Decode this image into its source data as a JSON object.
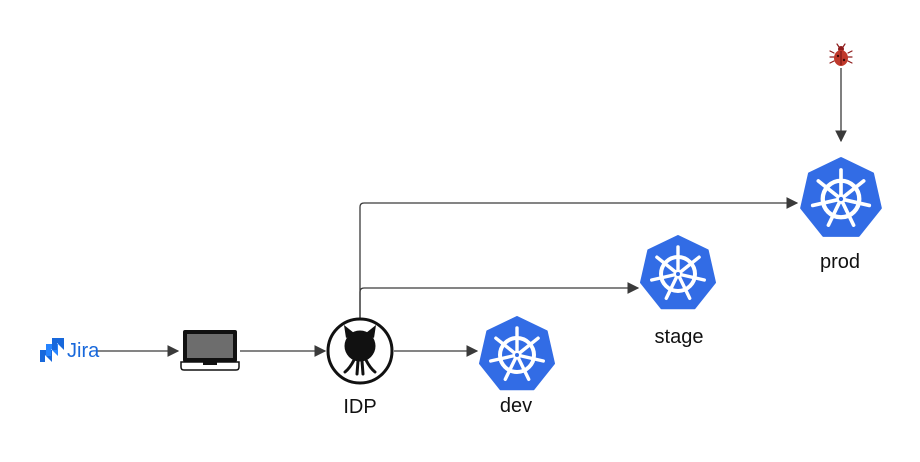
{
  "nodes": {
    "jira": {
      "label": "Jira"
    },
    "laptop": {
      "label": ""
    },
    "idp": {
      "label": "IDP"
    },
    "dev": {
      "label": "dev"
    },
    "stage": {
      "label": "stage"
    },
    "prod": {
      "label": "prod"
    },
    "bug": {
      "label": ""
    }
  },
  "colors": {
    "k8s_blue": "#326ce5",
    "jira_blue": "#1868db",
    "edge": "#3a3a3a",
    "bug_red": "#c0392b",
    "github_black": "#111111"
  },
  "icons": {
    "jira": "jira-logo",
    "laptop": "laptop-icon",
    "idp": "github-octocat-icon",
    "dev": "kubernetes-icon",
    "stage": "kubernetes-icon",
    "prod": "kubernetes-icon",
    "bug": "bug-icon"
  }
}
